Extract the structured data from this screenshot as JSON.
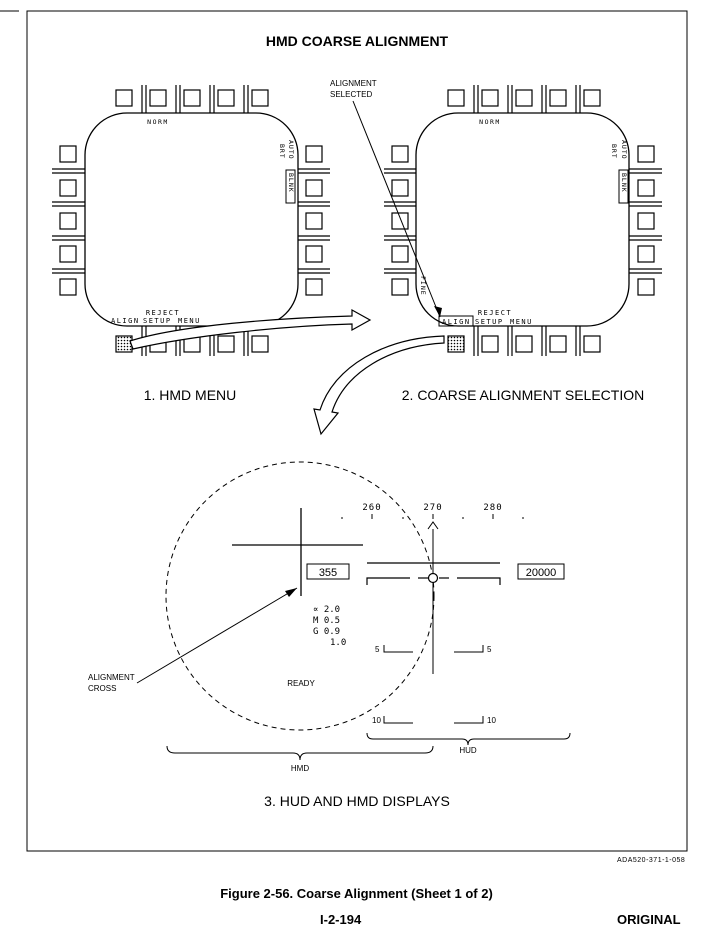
{
  "figure": {
    "title": "HMD COARSE ALIGNMENT",
    "doc_id": "ADA520-371-1-058",
    "caption": "Figure 2-56. Coarse Alignment (Sheet 1 of 2)",
    "page_number": "I-2-194",
    "edition": "ORIGINAL"
  },
  "panel1": {
    "caption": "1. HMD MENU",
    "top_label": "NORM",
    "right_label_1": "BRT",
    "right_label_2": "AUTO",
    "right_label_3": "BLNK",
    "bottom_label_reject": "REJECT",
    "bottom_label_align": "ALIGN",
    "bottom_label_setup": "SETUP",
    "bottom_label_menu": "MENU"
  },
  "panel2": {
    "caption": "2. COARSE ALIGNMENT SELECTION",
    "callout": [
      "ALIGNMENT",
      "SELECTED"
    ],
    "top_label": "NORM",
    "right_label_1": "BRT",
    "right_label_2": "AUTO",
    "right_label_3": "BLNK",
    "left_label": "FINE",
    "bottom_label_reject": "REJECT",
    "bottom_label_align": "ALIGN",
    "bottom_label_setup": "SETUP",
    "bottom_label_menu": "MENU"
  },
  "panel3": {
    "caption": "3. HUD AND HMD DISPLAYS",
    "heading_ticks": [
      "260",
      "270",
      "280"
    ],
    "airspeed": "355",
    "altitude": "20000",
    "alpha_label": "∝ 2.0",
    "mach_label": "M 0.5",
    "g_label": "G 0.9",
    "g_peak": "1.0",
    "ready": "READY",
    "pitch_5_left": "5",
    "pitch_5_right": "5",
    "pitch_10_left": "10",
    "pitch_10_right": "10",
    "callout": [
      "ALIGNMENT",
      "CROSS"
    ],
    "hud_label": "HUD",
    "hmd_label": "HMD"
  }
}
